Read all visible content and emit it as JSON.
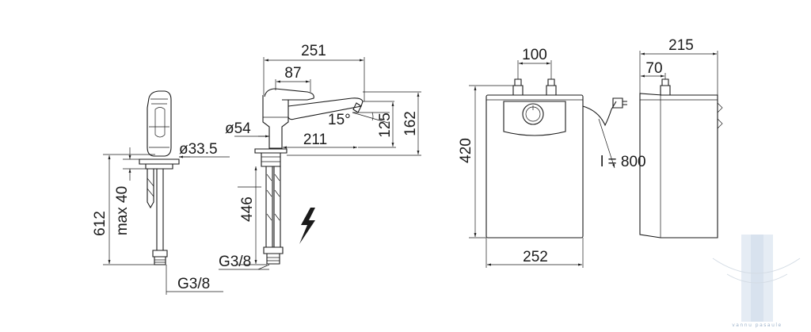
{
  "dimensions": {
    "tap_side": {
      "total_height": "612",
      "max_thickness": "max 40",
      "base_diameter": "ø33.5",
      "connection": "G3/8"
    },
    "tap_front": {
      "length": "251",
      "lever_length": "87",
      "body_diameter": "ø54",
      "reach": "211",
      "angle": "15°",
      "spout_height": "125",
      "total_height": "162",
      "hose_length": "446",
      "connection": "G3/8"
    },
    "heater_front": {
      "height": "420",
      "width": "252",
      "pipe_spacing": "100",
      "cable_length": "l = 800"
    },
    "heater_side": {
      "depth": "215",
      "pipe_offset": "70"
    }
  },
  "icons": {
    "electric": "lightning-bolt-icon"
  },
  "watermark": {
    "text": "vannu pasaule"
  },
  "colors": {
    "line": "#1a1a1a",
    "watermark": "#c9d9ea"
  }
}
